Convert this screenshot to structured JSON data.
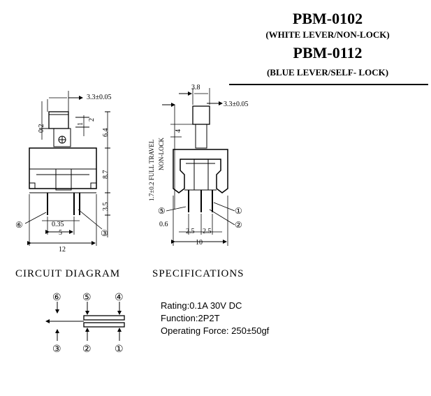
{
  "header": {
    "model_1": "PBM-0102",
    "model_1_desc": "(WHITE  LEVER/NON-LOCK)",
    "model_2": "PBM-0112",
    "model_2_desc": "(BLUE  LEVER/SELF- LOCK)"
  },
  "front_view": {
    "dim_top_width": "3.3±0.05",
    "dim_0_2": "0.2",
    "dim_1": "1",
    "dim_2": "2",
    "dim_6_4": "6.4",
    "dim_8_7": "8.7",
    "dim_3_5": "3.5",
    "dim_0_35": "0.35",
    "dim_5": "5",
    "dim_12": "12",
    "pin_left": "⑥",
    "pin_right": "③"
  },
  "side_view": {
    "dim_3_8": "3.8",
    "dim_top_width": "3.3±0.05",
    "dim_4": "4",
    "travel_label": "1.7±0.2 FULL TRAVEL",
    "non_lock_label": "NON-LOCK",
    "dim_0_6": "0.6",
    "dim_2_5_a": "2.5",
    "dim_2_5_b": "2.5",
    "dim_10": "10",
    "pin_left": "⑤",
    "pin_right_top": "①",
    "pin_right_bottom": "②"
  },
  "circuit": {
    "heading": "CIRCUIT DIAGRAM",
    "top_pins": [
      "⑥",
      "⑤",
      "④"
    ],
    "bottom_pins": [
      "③",
      "②",
      "①"
    ]
  },
  "specifications": {
    "heading": "SPECIFICATIONS",
    "rating": "Rating:0.1A 30V DC",
    "function": "Function:2P2T",
    "operating_force": "Operating Force: 250±50gf"
  }
}
